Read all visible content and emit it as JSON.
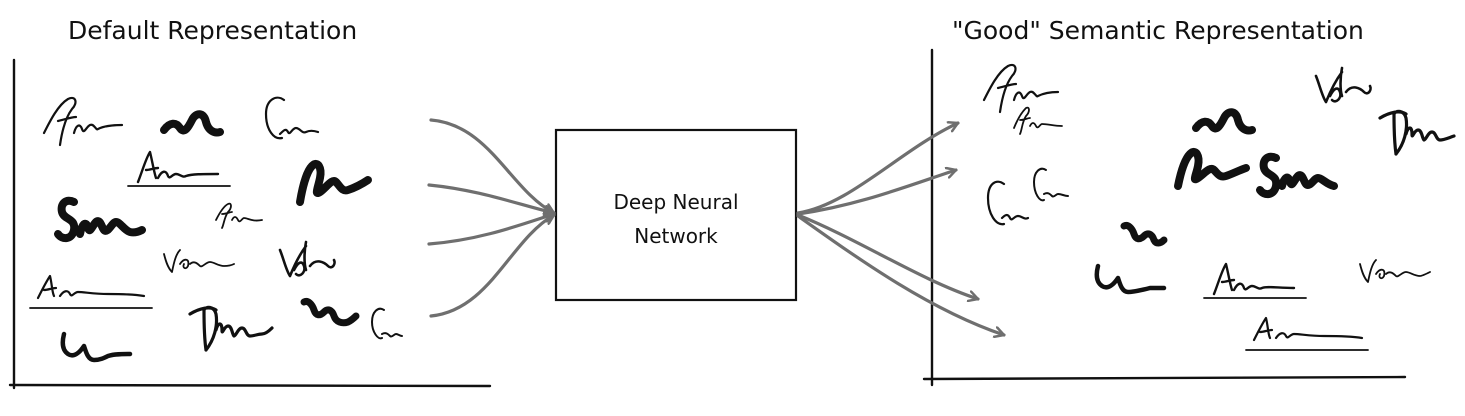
{
  "left_panel": {
    "title": "Default Representation"
  },
  "right_panel": {
    "title": "\"Good\" Semantic Representation"
  },
  "network_box": {
    "line1": "Deep Neural",
    "line2": "Network"
  },
  "colors": {
    "ink": "#111111",
    "arrow": "#6f6f6f",
    "background": "#ffffff"
  },
  "signature_glyphs": [
    "loopy-f-signature",
    "thick-wave-signature",
    "cursive-c-signature",
    "underlined-ahsa-signature",
    "thick-n-signature",
    "thick-sm-signature",
    "small-f-signature",
    "vean-signature",
    "vd-signature",
    "underlined-aa-signature",
    "thick-squiggle-signature",
    "small-c-signature",
    "lz-signature",
    "dmn-signature"
  ]
}
